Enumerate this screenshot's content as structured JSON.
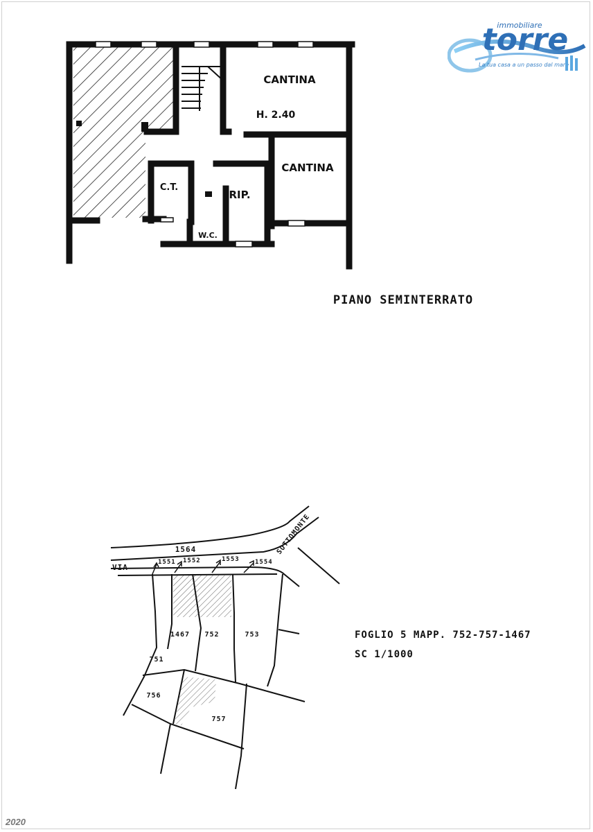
{
  "logo": {
    "brand": "torre",
    "overline": "immobiliare",
    "tagline": "La tua casa a un passo dal mare",
    "colors": {
      "brand": "#2e6fb6",
      "accent": "#5aa7e0"
    }
  },
  "floor_plan": {
    "rooms": {
      "cantina_top": "CANTINA",
      "height_note": "H. 2.40",
      "cantina_right": "CANTINA",
      "ct": "C.T.",
      "rip": "RIP.",
      "wc": "W.C."
    },
    "caption": "PIANO SEMINTERRATO"
  },
  "cadastral_map": {
    "road_name": "VIA",
    "road_name_2": "SOTTOMONTE",
    "parcel_road": "1564",
    "arrow_labels": [
      "1551",
      "1552",
      "1553",
      "1554"
    ],
    "parcels": [
      "1467",
      "752",
      "753",
      "751",
      "756",
      "757"
    ],
    "info_line1": "FOGLIO 5  MAPP. 752-757-1467",
    "info_line2": "SC 1/1000"
  },
  "footer": {
    "year": "2020"
  }
}
